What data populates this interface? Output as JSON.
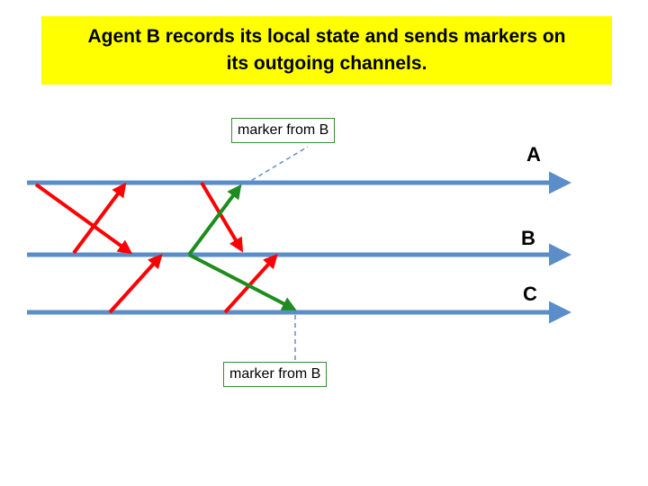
{
  "title": {
    "line1": "Agent B records its local state and sends markers on",
    "line2": "its outgoing channels."
  },
  "labels": {
    "marker_top": "marker from B",
    "marker_bottom": "marker from B"
  },
  "lanes": {
    "a": "A",
    "b": "B",
    "c": "C"
  },
  "colors": {
    "title_bg": "#ffff00",
    "timeline": "#5b8ec8",
    "message": "#ff0000",
    "marker": "#1e8c1e",
    "label_border": "#3a8a3a"
  }
}
